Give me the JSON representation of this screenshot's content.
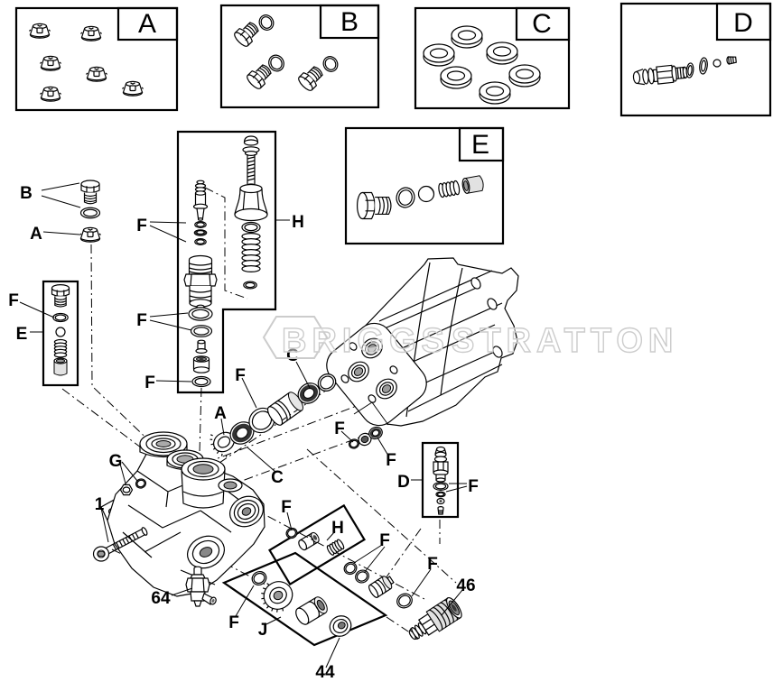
{
  "watermark": {
    "left": "BRIGGS",
    "right": "STRATTON"
  },
  "kit_boxes": {
    "a": "A",
    "b": "B",
    "c": "C",
    "d": "D",
    "e": "E"
  },
  "callouts": {
    "left_plug_b": "B",
    "left_capnut_a": "A",
    "left_kit_f": "F",
    "left_kit_e": "E",
    "unloader_top_f": "F",
    "unloader_h": "H",
    "unloader_mid_f": "F",
    "unloader_bottom_f": "F",
    "seal_upper_c": "C",
    "piston_oring_f": "F",
    "piston_cap_a": "A",
    "seal_lower_c": "C",
    "pump_oring_f": "F",
    "pump_seal_f": "F",
    "outlet_kit_d": "D",
    "outlet_kit_f": "F",
    "plug_g": "G",
    "bolt_1": "1",
    "relief_valve_64": "64",
    "chemical_kit_f": "F",
    "chemical_kit_h": "H",
    "valve_orings_f": "F",
    "hose_kit_f": "F",
    "hose_kit_j": "J",
    "cap_44": "44",
    "coupler_oring_f": "F",
    "coupler_46": "46"
  }
}
